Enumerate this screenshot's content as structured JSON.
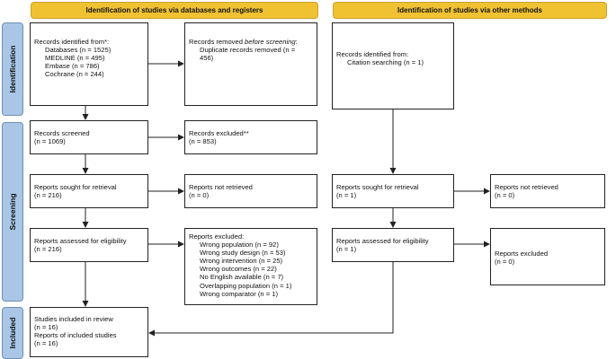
{
  "headers": {
    "databases": "Identification of studies via databases and registers",
    "other": "Identification of studies via other methods"
  },
  "phases": {
    "identification": "Identification",
    "screening": "Screening",
    "included": "Included"
  },
  "boxes": {
    "records_identified": {
      "title": "Records identified from*:",
      "lines": [
        "Databases (n = 1525)",
        "MEDLINE (n = 495)",
        "Embase (n = 786)",
        "Cochrane (n = 244)"
      ]
    },
    "records_removed": {
      "title_pre": "Records removed ",
      "title_em": "before screening",
      "title_post": ":",
      "lines": [
        "Duplicate records removed (n =",
        "456)"
      ]
    },
    "other_identified": {
      "title": "Records identified from:",
      "lines": [
        "Citation searching (n = 1)"
      ]
    },
    "records_screened": {
      "lines": [
        "Records screened",
        "(n = 1069)"
      ]
    },
    "records_excluded": {
      "lines": [
        "Records excluded**",
        "(n = 853)"
      ]
    },
    "reports_sought": {
      "lines": [
        "Reports sought for retrieval",
        "(n = 216)"
      ]
    },
    "reports_not_retrieved": {
      "lines": [
        "Reports not retrieved",
        "(n = 0)"
      ]
    },
    "other_reports_sought": {
      "lines": [
        "Reports sought for retrieval",
        "(n = 1)"
      ]
    },
    "other_reports_not_retrieved": {
      "lines": [
        "Reports not retrieved",
        "(n = 0)"
      ]
    },
    "reports_assessed": {
      "lines": [
        "Reports assessed for eligibility",
        "(n = 216)"
      ]
    },
    "reports_excluded": {
      "title": "Reports excluded:",
      "lines": [
        "Wrong population (n = 92)",
        "Wrong study design (n = 53)",
        "Wrong intervention (n = 25)",
        "Wrong outcomes (n = 22)",
        "No English available (n = 7)",
        "Overlapping population (n = 1)",
        "Wrong comparator (n = 1)"
      ]
    },
    "other_reports_assessed": {
      "lines": [
        "Reports assessed for eligibility",
        "(n = 1)"
      ]
    },
    "other_reports_excluded": {
      "lines": [
        "Reports excluded",
        "(n = 0)"
      ]
    },
    "included": {
      "lines": [
        "Studies included in review",
        "(n = 16)",
        "Reports of included studies",
        "(n = 16)"
      ]
    }
  }
}
